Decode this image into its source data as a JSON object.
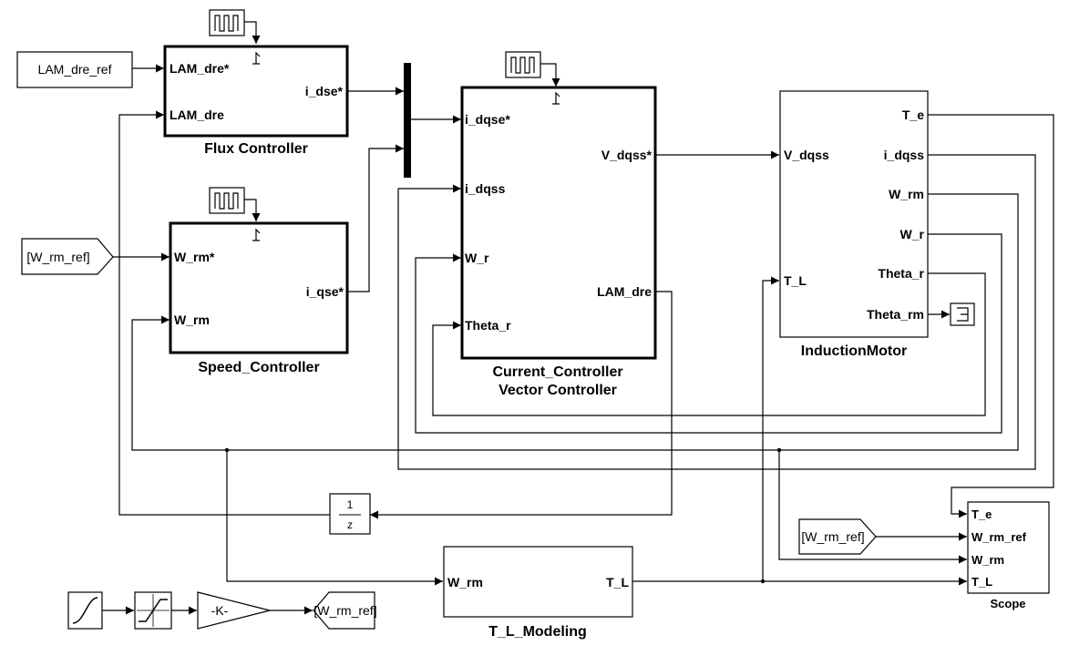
{
  "blocks": {
    "flux_controller": {
      "title": "Flux Controller",
      "in1": "LAM_dre*",
      "in2": "LAM_dre",
      "out1": "i_dse*"
    },
    "speed_controller": {
      "title": "Speed_Controller",
      "in1": "W_rm*",
      "in2": "W_rm",
      "out1": "i_qse*"
    },
    "current_controller": {
      "title1": "Current_Controller",
      "title2": "Vector Controller",
      "in1": "i_dqse*",
      "in2": "i_dqss",
      "in3": "W_r",
      "in4": "Theta_r",
      "out1": "V_dqss*",
      "out2": "LAM_dre"
    },
    "induction_motor": {
      "title": "InductionMotor",
      "in1": "V_dqss",
      "in2": "T_L",
      "out1": "T_e",
      "out2": "i_dqss",
      "out3": "W_rm",
      "out4": "W_r",
      "out5": "Theta_r",
      "out6": "Theta_rm"
    },
    "tl_modeling": {
      "title": "T_L_Modeling",
      "in1": "W_rm",
      "out1": "T_L"
    },
    "scope": {
      "title": "Scope",
      "in1": "T_e",
      "in2": "W_rm_ref",
      "in3": "W_rm",
      "in4": "T_L"
    },
    "lam_ref_const": {
      "label": "LAM_dre_ref"
    },
    "from_wrm_ref_1": {
      "label": "[W_rm_ref]"
    },
    "from_wrm_ref_2": {
      "label": "[W_rm_ref]"
    },
    "goto_wrm_ref": {
      "label": "[W_rm_ref]"
    },
    "gain": {
      "label": "-K-"
    },
    "unit_delay": {
      "num": "1",
      "den": "z"
    }
  }
}
